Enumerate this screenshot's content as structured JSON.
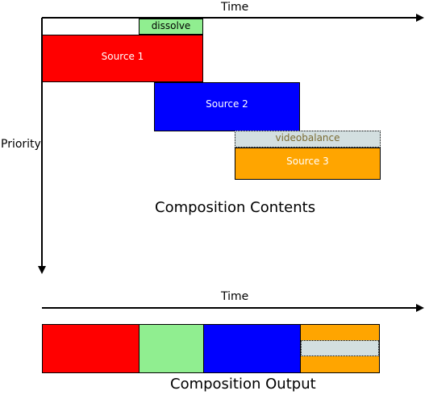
{
  "top_timeline": {
    "axis_label": "Time",
    "priority_label": "Priority",
    "caption": "Composition Contents"
  },
  "layers": {
    "dissolve": {
      "label": "dissolve",
      "color": "#90ee90"
    },
    "source1": {
      "label": "Source 1",
      "color": "#ff0000"
    },
    "source2": {
      "label": "Source 2",
      "color": "#0000ff"
    },
    "videobalance": {
      "label": "videobalance",
      "color": "#d3dfe0",
      "text_color": "#7a6a30"
    },
    "source3": {
      "label": "Source 3",
      "color": "#ffa500"
    }
  },
  "bottom_timeline": {
    "axis_label": "Time",
    "caption": "Composition Output"
  },
  "output_segments": [
    {
      "name": "source1",
      "color": "#ff0000"
    },
    {
      "name": "dissolve",
      "color": "#90ee90"
    },
    {
      "name": "source2",
      "color": "#0000ff"
    },
    {
      "name": "source3-videobalance",
      "color": "#ffa500",
      "overlay_color": "#d3dfe0"
    }
  ]
}
